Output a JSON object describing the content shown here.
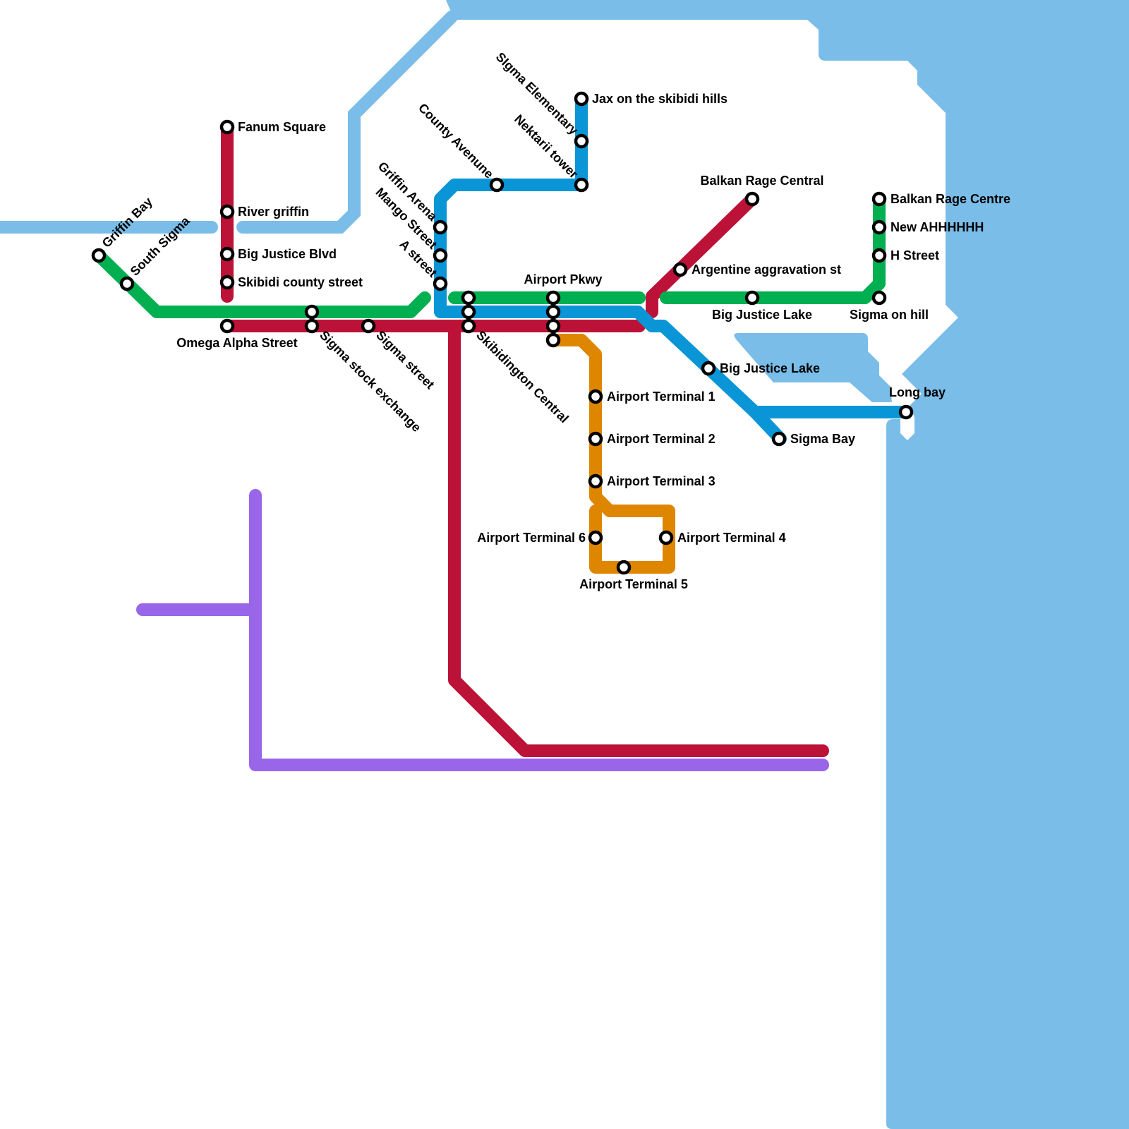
{
  "map": {
    "title": "Metro map",
    "colors": {
      "water": "#7abde8",
      "red_line": "#bc1238",
      "green_line": "#00b050",
      "blue_line": "#0a96d6",
      "orange_line": "#df8600",
      "purple_line": "#9966ea",
      "station_fill": "#ffffff",
      "station_stroke": "#000000"
    },
    "lines": [
      {
        "id": "red",
        "name": "Red line"
      },
      {
        "id": "green",
        "name": "Green line"
      },
      {
        "id": "blue",
        "name": "Blue line"
      },
      {
        "id": "orange",
        "name": "Orange line"
      },
      {
        "id": "purple",
        "name": "Purple line"
      }
    ],
    "stations": {
      "fanum_square": "Fanum Square",
      "river_griffin": "River griffin",
      "big_justice_blvd": "Big Justice Blvd",
      "skibidi_county_street": "Skibidi county street",
      "omega_alpha_street": "Omega Alpha Street",
      "sigma_stock_exchange": "Sigma stock exchange",
      "sigma_street": "Sigma street",
      "griffin_bay": "Griffin Bay",
      "south_sigma": "South Sigma",
      "jax_hills": "Jax on the skibidi hills",
      "sigma_elementary": "SIgma Elementary",
      "nektarii_tower": "Nektarii tower",
      "county_avenue": "County Avenune",
      "griffin_arena": "Griffin Arena",
      "mango_street": "Mango Street",
      "a_street": "A street",
      "skibidington_central": "Skibidington Central",
      "airport_pkwy": "Airport Pkwy",
      "balkan_rage_central": "Balkan Rage Central",
      "argentine_aggravation": "Argentine aggravation st",
      "balkan_rage_centre": "Balkan Rage Centre",
      "new_ahhhhhh": "New AHHHHHH",
      "h_street": "H Street",
      "big_justice_lake_green": "Big Justice Lake",
      "sigma_on_hill": "Sigma on hill",
      "big_justice_lake_blue": "Big Justice Lake",
      "long_bay": "Long bay",
      "sigma_bay": "Sigma Bay",
      "airport_terminal_1": "Airport Terminal 1",
      "airport_terminal_2": "Airport Terminal 2",
      "airport_terminal_3": "Airport Terminal 3",
      "airport_terminal_4": "Airport Terminal 4",
      "airport_terminal_5": "Airport Terminal 5",
      "airport_terminal_6": "Airport Terminal 6"
    }
  }
}
